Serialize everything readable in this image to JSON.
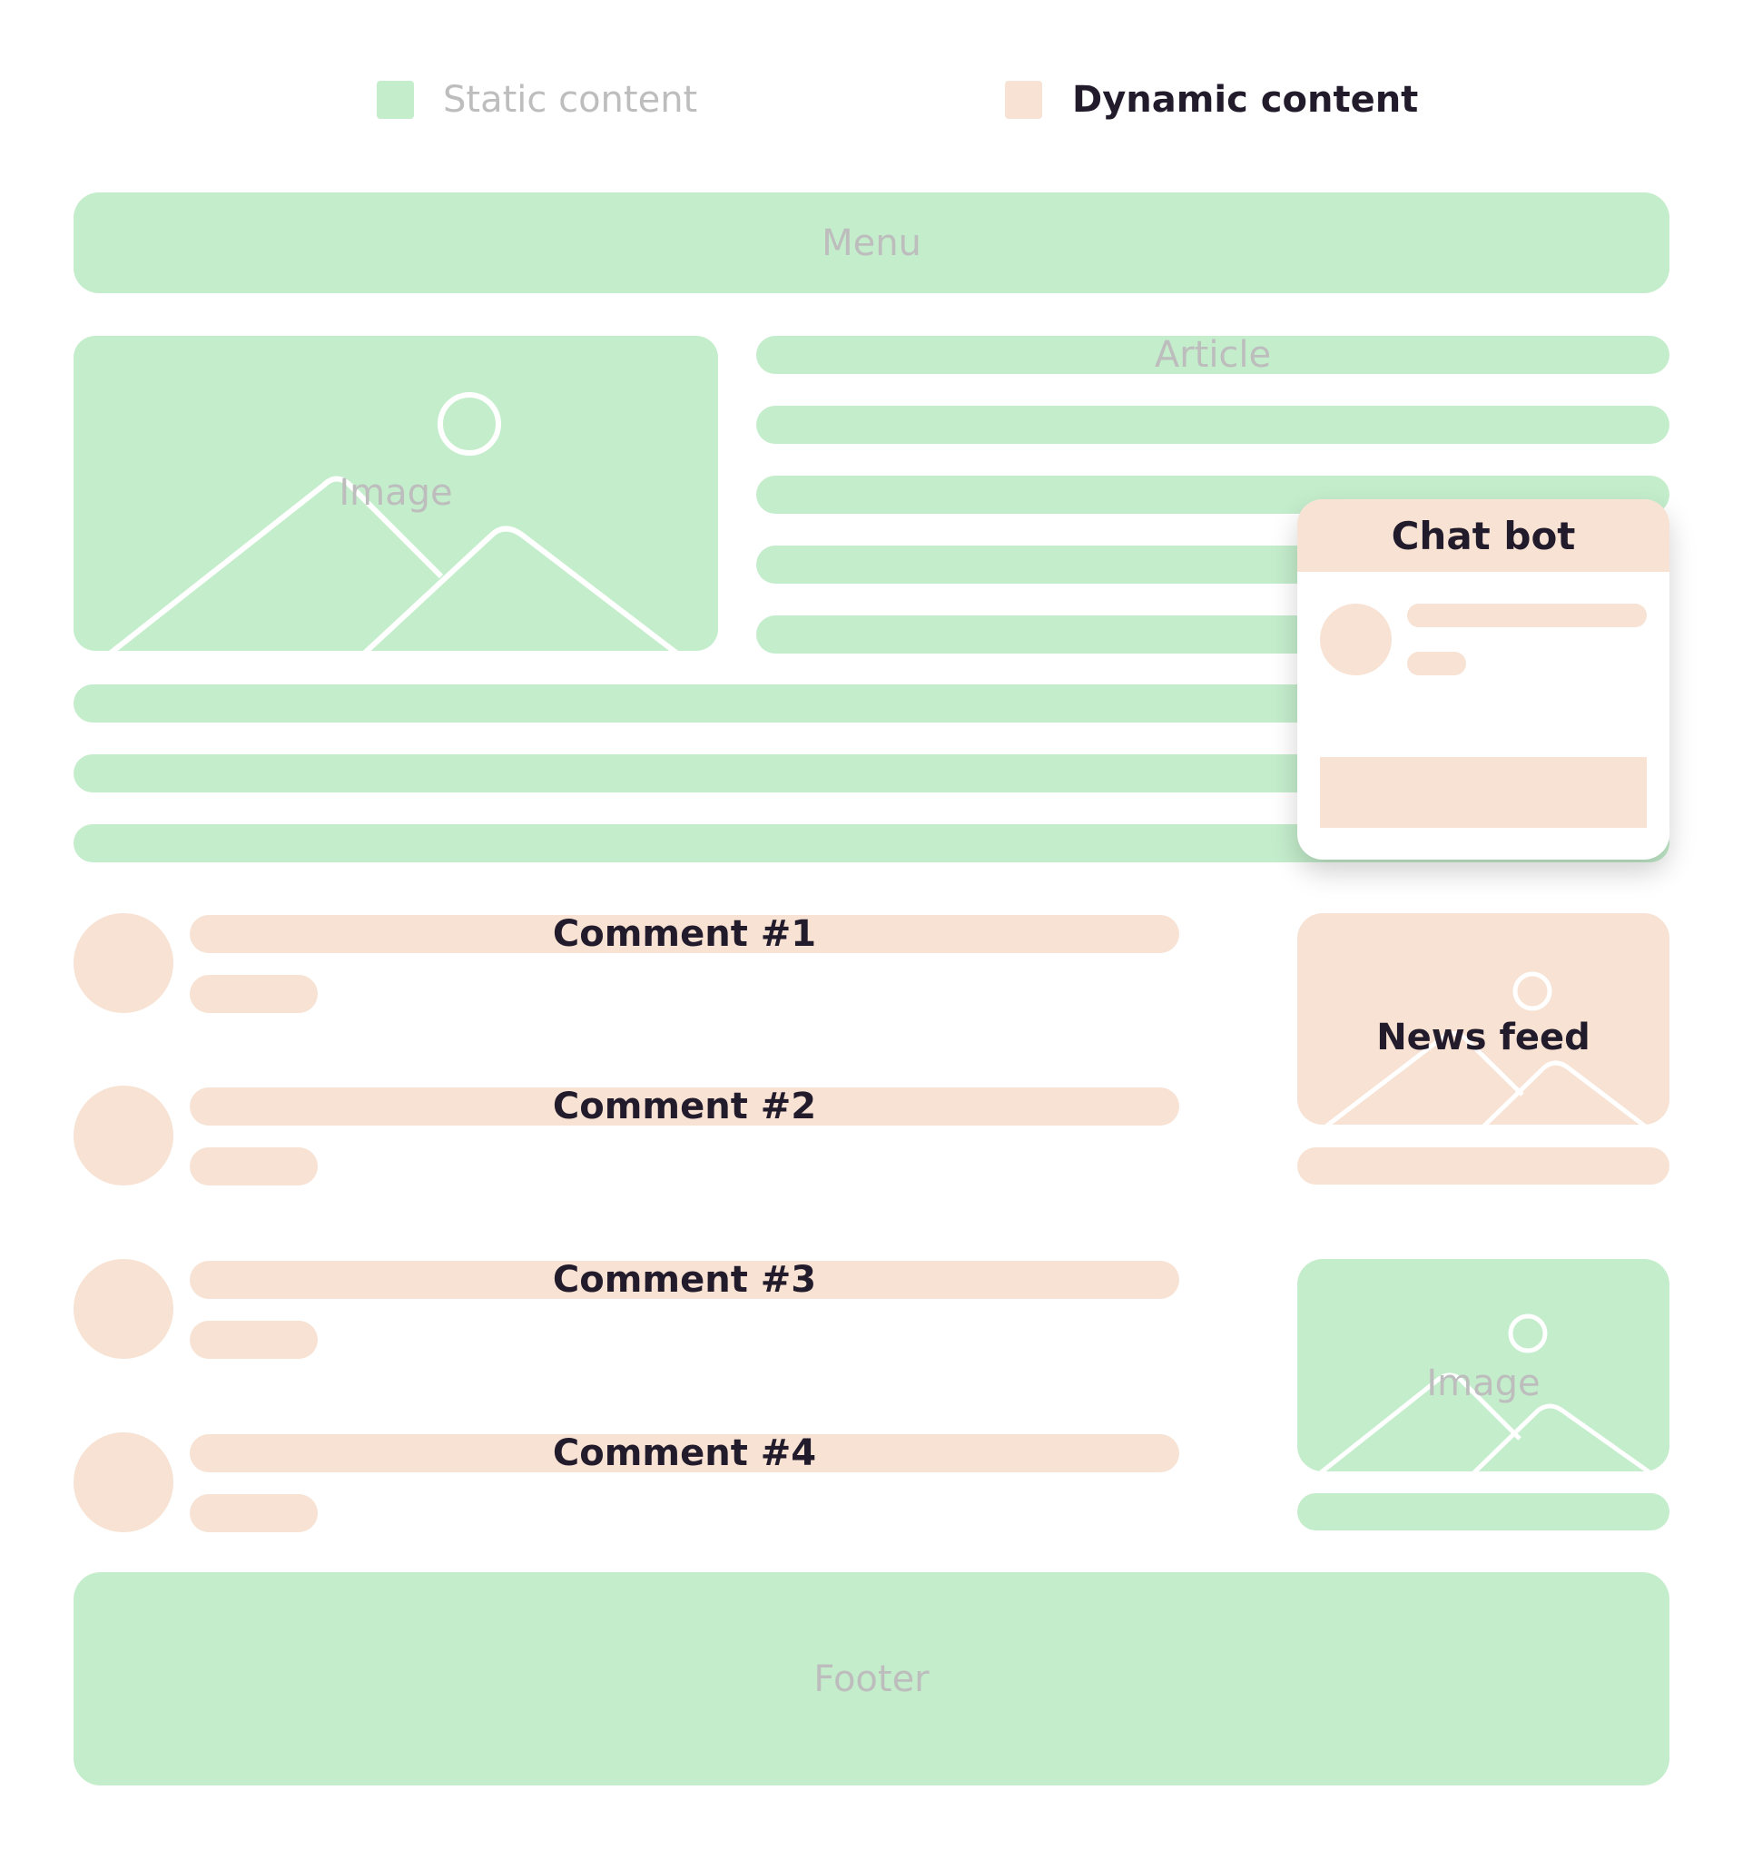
{
  "legend": {
    "static": {
      "label": "Static content",
      "color": "#c4edcc"
    },
    "dynamic": {
      "label": "Dynamic content",
      "color": "#f7e2d3"
    }
  },
  "menu": {
    "label": "Menu"
  },
  "hero_image": {
    "label": "Image",
    "icon": "image-placeholder-icon"
  },
  "article": {
    "label": "Article",
    "line_count": 8
  },
  "chat_bot": {
    "title": "Chat bot"
  },
  "comments": [
    {
      "label": "Comment #1"
    },
    {
      "label": "Comment #2"
    },
    {
      "label": "Comment #3"
    },
    {
      "label": "Comment #4"
    }
  ],
  "news_feed": {
    "label": "News feed",
    "icon": "image-placeholder-icon"
  },
  "side_image": {
    "label": "Image",
    "icon": "image-placeholder-icon"
  },
  "footer": {
    "label": "Footer"
  },
  "colors": {
    "static": "#c4edcc",
    "dynamic": "#f7e2d3",
    "static_text": "#bdbdbd",
    "dynamic_text": "#221b2b"
  }
}
